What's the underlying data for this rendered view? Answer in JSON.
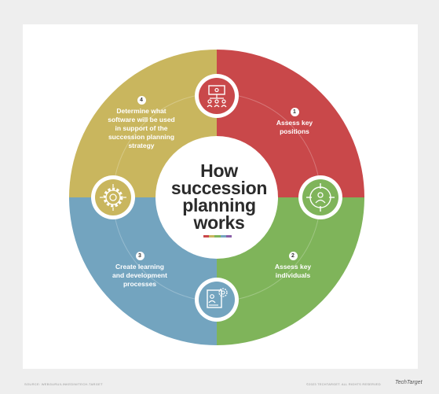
{
  "title_lines": [
    "How",
    "succession",
    "planning",
    "works"
  ],
  "steps": [
    {
      "number": "1",
      "text": "Assess key positions",
      "lines": [
        "Assess key",
        "positions"
      ],
      "color": "#c9484a",
      "icon": "org-chart-icon"
    },
    {
      "number": "2",
      "text": "Assess key individuals",
      "lines": [
        "Assess key",
        "individuals"
      ],
      "color": "#7fb45a",
      "icon": "person-target-icon"
    },
    {
      "number": "3",
      "text": "Create learning and development processes",
      "lines": [
        "Create learning",
        "and development",
        "processes"
      ],
      "color": "#73a4bf",
      "icon": "document-gear-icon"
    },
    {
      "number": "4",
      "text": "Determine what software will be used in support of the succession planning strategy",
      "lines": [
        "Determine what",
        "software will be used",
        "in support of the",
        "succession planning",
        "strategy"
      ],
      "color": "#c9b65e",
      "icon": "gear-icon"
    }
  ],
  "accent_colors": [
    "#c9484a",
    "#c9b65e",
    "#7fb45a",
    "#73a4bf",
    "#8a5fa8"
  ],
  "footer": {
    "credit": "SOURCE: WEBGURU/LINKEDIN/TECH-TARGET",
    "copyright": "©2023 TECHTARGET. ALL RIGHTS RESERVED",
    "brand": "TechTarget"
  }
}
